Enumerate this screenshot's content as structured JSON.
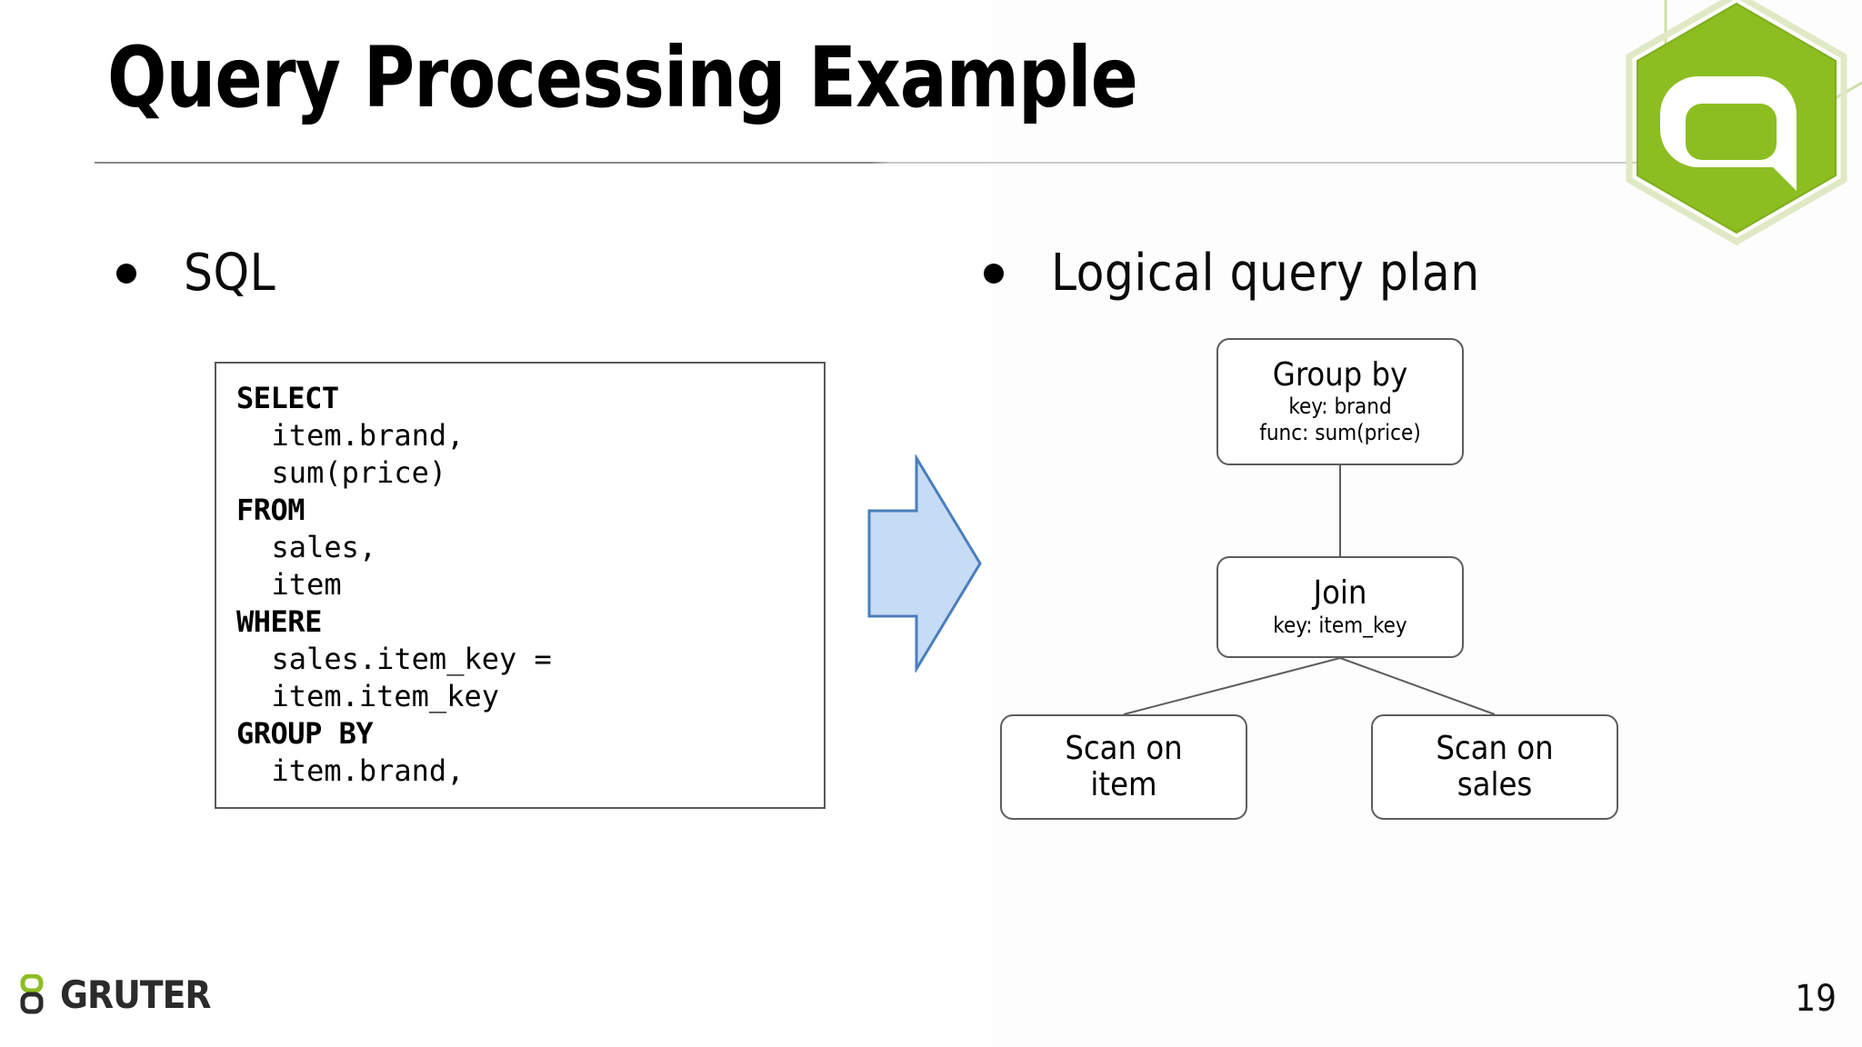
{
  "slide": {
    "title": "Query Processing Example",
    "page_number": "19",
    "accent_green": "#8CBE22",
    "arrow_fill": "#c6dbf4",
    "arrow_stroke": "#4a7ebc",
    "node_border": "#5d5d5d",
    "rule_color": "#8a8a8a"
  },
  "left_column": {
    "bullet_label": "SQL",
    "code_lines": [
      {
        "text": "SELECT",
        "bold": true
      },
      {
        "text": "  item.brand,",
        "bold": false
      },
      {
        "text": "  sum(price)",
        "bold": false
      },
      {
        "text": "FROM",
        "bold": true
      },
      {
        "text": "  sales,",
        "bold": false
      },
      {
        "text": "  item",
        "bold": false
      },
      {
        "text": "WHERE",
        "bold": true
      },
      {
        "text": "  sales.item_key =",
        "bold": false
      },
      {
        "text": "  item.item_key",
        "bold": false
      },
      {
        "text": "GROUP BY",
        "bold": true
      },
      {
        "text": "  item.brand,",
        "bold": false
      }
    ]
  },
  "transition": {
    "arrow_name": "right-block-arrow"
  },
  "right_column": {
    "bullet_label": "Logical query plan",
    "plan_nodes": {
      "group_by": {
        "title": "Group by",
        "sub1": "key: brand",
        "sub2": "func: sum(price)"
      },
      "join": {
        "title": "Join",
        "sub1": "key: item_key"
      },
      "scan_item": {
        "title": "Scan on\nitem"
      },
      "scan_sales": {
        "title": "Scan on\nsales"
      }
    }
  },
  "footer": {
    "logo_word": "GRUTER"
  }
}
